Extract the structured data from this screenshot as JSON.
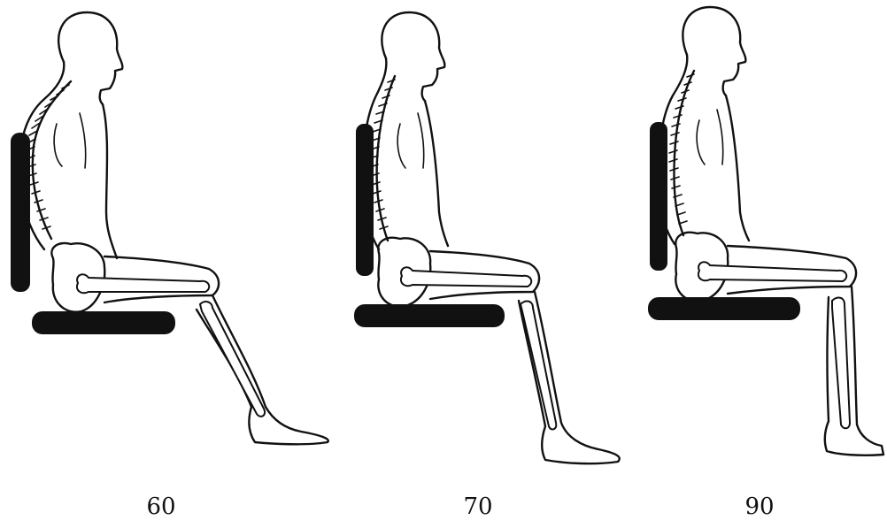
{
  "figures": [
    {
      "caption": "60"
    },
    {
      "caption": "70"
    },
    {
      "caption": "90"
    }
  ],
  "colors": {
    "ink": "#111111",
    "background": "#ffffff"
  }
}
